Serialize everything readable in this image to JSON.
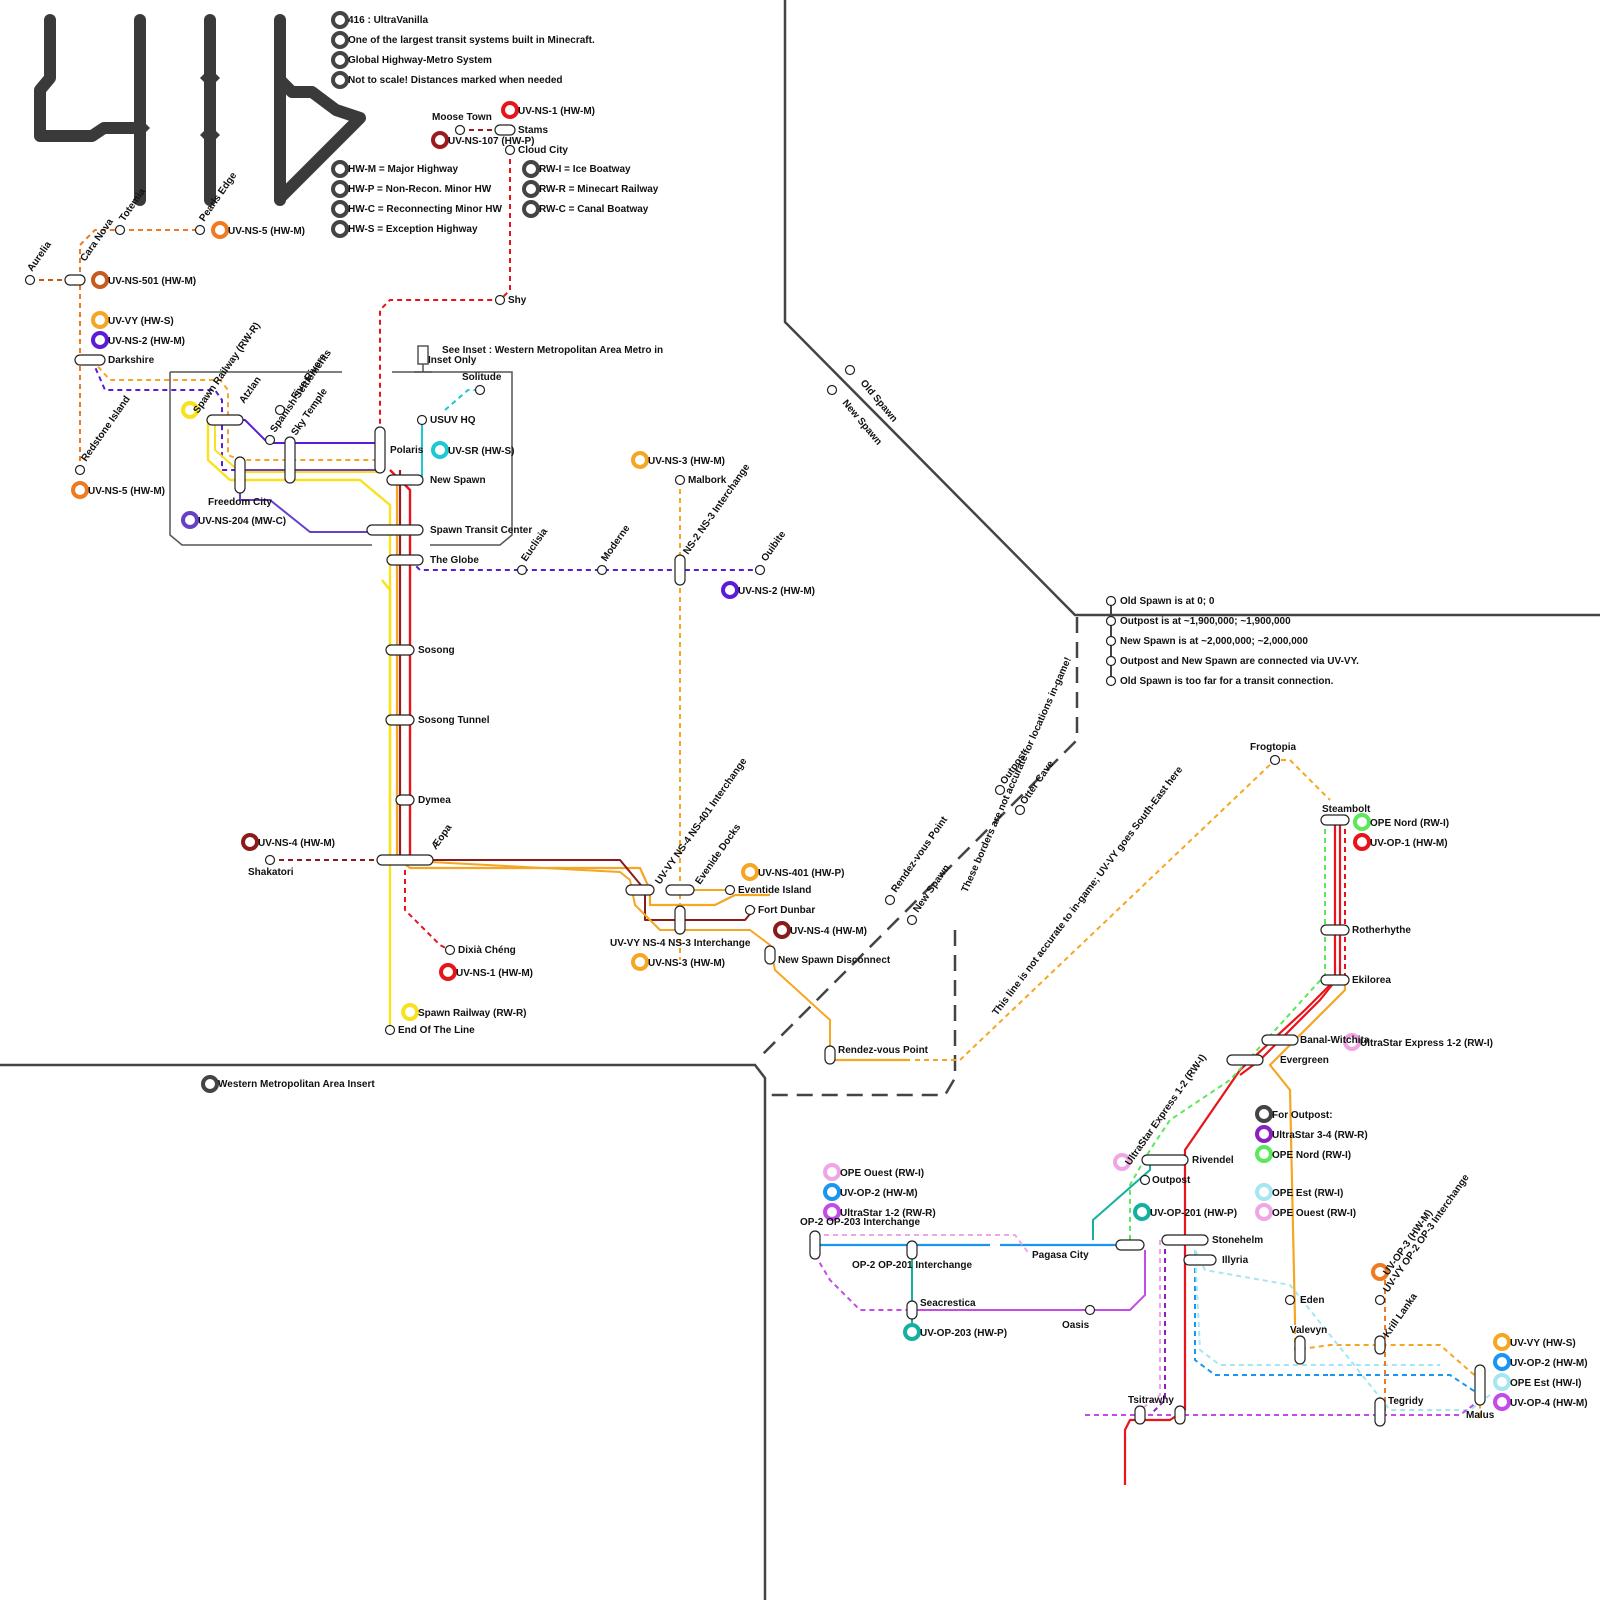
{
  "logo": {
    "text": "416",
    "color": "#3a3a3a"
  },
  "title_notes": [
    "416 : UltraVanilla",
    "One of the largest transit systems built in Minecraft.",
    "Global Highway-Metro System",
    "Not to scale! Distances marked when needed"
  ],
  "legend": {
    "highways": [
      "HW-M = Major Highway",
      "HW-P = Non-Recon. Minor HW",
      "HW-C = Reconnecting Minor HW",
      "HW-S = Exception Highway"
    ],
    "rail": [
      "RW-I = Ice Boatway",
      "RW-R = Minecart Railway",
      "RW-C = Canal Boatway"
    ],
    "dark_color": "#444444"
  },
  "coordinates_notes": [
    "Old Spawn is at 0; 0",
    "Outpost is at ~1,900,000; ~1,900,000",
    "New Spawn is at ~2,000,000; ~2,000,000",
    "Outpost and New Spawn are connected via UV-VY.",
    "Old Spawn is too far for a transit connection."
  ],
  "inset_note": "See Inset : Western Metropolitan Area Metro in Inset Only",
  "inset_label": "Western Metropolitan Area Insert",
  "border_notes": {
    "borders": "These borders are not accurate for locations in-game!",
    "line": "This line is not accurate to in-game; UV-VY goes South-East here"
  },
  "for_outpost": "For Outpost:",
  "colors": {
    "red": "#e8131b",
    "darkred": "#9a1b1b",
    "orange": "#f07a22",
    "rust": "#c85a1c",
    "amber": "#f5a623",
    "yellow": "#f8e21c",
    "purple": "#5a1cd6",
    "violet": "#6a3fc8",
    "cyan": "#1cc8d2",
    "teal": "#16b0a0",
    "green": "#5be85b",
    "blue": "#1a96f0",
    "magenta": "#c44be8",
    "pink": "#f0a6e6",
    "lightcyan": "#a6e6f0",
    "darkviolet": "#8a22c0",
    "brown": "#8b1a1a"
  },
  "routes": [
    {
      "label": "UV-NS-1 (HW-M)",
      "color": "red"
    },
    {
      "label": "UV-NS-107 (HW-P)",
      "color": "darkred"
    },
    {
      "label": "UV-NS-5 (HW-M)",
      "color": "orange"
    },
    {
      "label": "UV-NS-501 (HW-M)",
      "color": "rust"
    },
    {
      "label": "UV-VY (HW-S)",
      "color": "amber"
    },
    {
      "label": "UV-NS-2 (HW-M)",
      "color": "purple"
    },
    {
      "label": "Spawn Railway (RW-R)",
      "color": "yellow"
    },
    {
      "label": "UV-SR (HW-S)",
      "color": "cyan"
    },
    {
      "label": "UV-NS-5 (HW-M)",
      "color": "orange"
    },
    {
      "label": "UV-NS-204 (MW-C)",
      "color": "violet"
    },
    {
      "label": "UV-NS-3 (HW-M)",
      "color": "amber"
    },
    {
      "label": "UV-NS-2 (HW-M)",
      "color": "purple"
    },
    {
      "label": "UV-NS-4 (HW-M)",
      "color": "brown"
    },
    {
      "label": "UV-NS-401 (HW-P)",
      "color": "amber"
    },
    {
      "label": "UV-NS-4 (HW-M)",
      "color": "brown"
    },
    {
      "label": "UV-NS-3 (HW-M)",
      "color": "amber"
    },
    {
      "label": "UV-NS-1 (HW-M)",
      "color": "red"
    },
    {
      "label": "Spawn Railway (RW-R)",
      "color": "yellow"
    },
    {
      "label": "OPE Nord (RW-I)",
      "color": "green"
    },
    {
      "label": "UV-OP-1 (HW-M)",
      "color": "red"
    },
    {
      "label": "UltraStar Express 1-2 (RW-I)",
      "color": "pink"
    },
    {
      "label": "UltraStar 3-4 (RW-R)",
      "color": "darkviolet"
    },
    {
      "label": "OPE Nord (RW-I)",
      "color": "green"
    },
    {
      "label": "OPE Est (RW-I)",
      "color": "lightcyan"
    },
    {
      "label": "OPE Ouest (RW-I)",
      "color": "pink"
    },
    {
      "label": "OPE Ouest (RW-I)",
      "color": "pink"
    },
    {
      "label": "UV-OP-2 (HW-M)",
      "color": "blue"
    },
    {
      "label": "UltraStar 1-2 (RW-R)",
      "color": "magenta"
    },
    {
      "label": "UV-OP-201 (HW-P)",
      "color": "teal"
    },
    {
      "label": "UV-OP-203 (HW-P)",
      "color": "teal"
    },
    {
      "label": "UV-OP-3 (HW-M)",
      "color": "orange"
    },
    {
      "label": "UV-VY (HW-S)",
      "color": "amber"
    },
    {
      "label": "UV-OP-2 (HW-M)",
      "color": "blue"
    },
    {
      "label": "OPE Est (HW-I)",
      "color": "lightcyan"
    },
    {
      "label": "UV-OP-4 (HW-M)",
      "color": "magenta"
    },
    {
      "label": "UltraStar Express 1-2 (RW-I)",
      "color": "pink"
    }
  ],
  "stations": [
    "Aurelia",
    "Cara Nova",
    "Totemia",
    "Pearls Edge",
    "Moose Town",
    "Stams",
    "Cloud City",
    "Shy",
    "Darkshire",
    "Redstone Island",
    "Atzlan",
    "Five Rivers",
    "Spanish Settlements",
    "Sky Temple",
    "Freedom City",
    "Solitude",
    "USUV HQ",
    "Polaris",
    "New Spawn",
    "Spawn Transit Center",
    "The Globe",
    "Euclisia",
    "Moderne",
    "NS-2 NS-3 Interchange",
    "Ouibite",
    "Malbork",
    "Sosong",
    "Sosong Tunnel",
    "Dymea",
    "Æopa",
    "Shakatori",
    "Dixià Chéng",
    "End Of The Line",
    "UV-VY NS-4 NS-401 Interchange",
    "Evenide Docks",
    "Eventide Island",
    "Fort Dunbar",
    "UV-VY NS-4 NS-3 Interchange",
    "New Spawn Disconnect",
    "Rendez-vous Point",
    "Old Spawn",
    "New Spawn",
    "Rendez-vous Point",
    "New Spawn",
    "Outpost",
    "Otter Cave",
    "Frogtopia",
    "Steambolt",
    "Rotherhythe",
    "Ekilorea",
    "Banal-Witchita",
    "Evergreen",
    "Rivendel",
    "Outpost",
    "Stonehelm",
    "Illyria",
    "OP-2 OP-203 Interchange",
    "OP-2 OP-201 Interchange",
    "Pagasa City",
    "Seacrestica",
    "Oasis",
    "Eden",
    "Valevyn",
    "UV-VY OP-2 OP-3 Interchange",
    "Krill Lanka",
    "Tegridy",
    "Malus",
    "Tsitrawhy"
  ]
}
